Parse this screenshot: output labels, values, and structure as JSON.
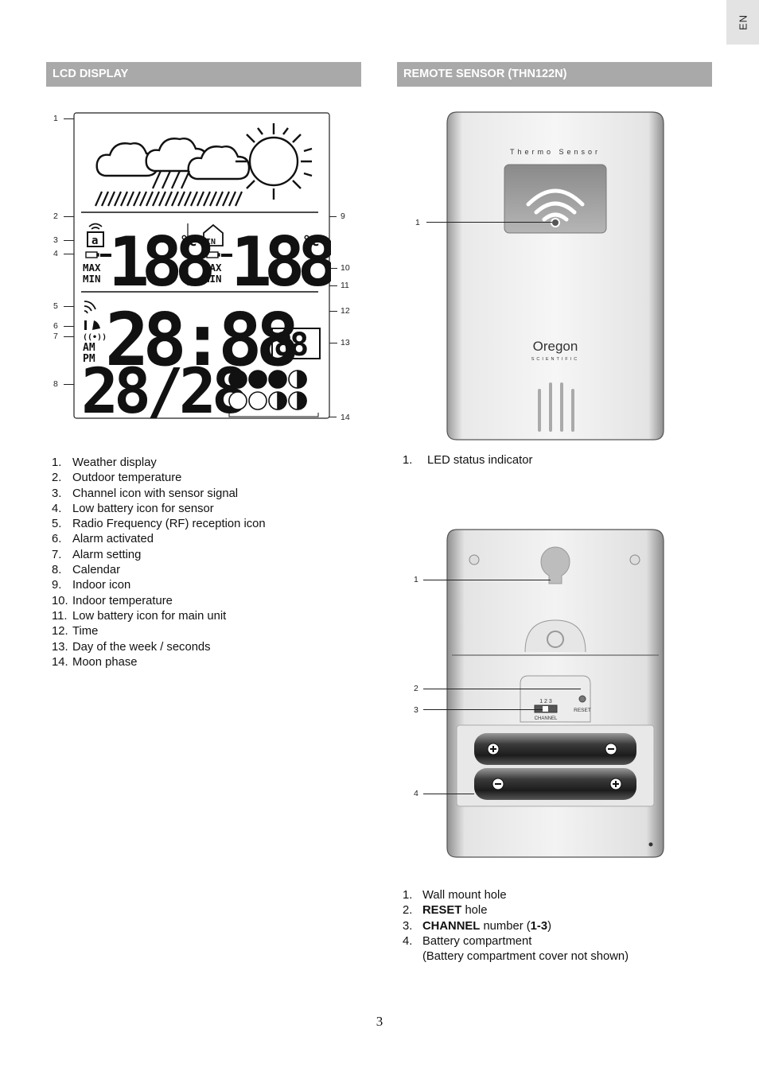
{
  "lang_tab": "EN",
  "sections": {
    "lcd_title": "LCD DISPLAY",
    "sensor_title": "REMOTE SENSOR (THN122N)"
  },
  "lcd": {
    "callouts": [
      "1",
      "2",
      "3",
      "4",
      "5",
      "6",
      "7",
      "8",
      "9",
      "10",
      "11",
      "12",
      "13",
      "14"
    ],
    "screen": {
      "outdoor_label": "MAX",
      "outdoor_label2": "MIN",
      "indoor_label": "MAX",
      "indoor_label2": "MIN",
      "in_badge": "IN",
      "am": "AM",
      "pm": "PM",
      "degree_c": "°c"
    },
    "items": [
      {
        "n": "1.",
        "text": "Weather display"
      },
      {
        "n": "2.",
        "text": "Outdoor temperature"
      },
      {
        "n": "3.",
        "text": "Channel icon with sensor signal"
      },
      {
        "n": "4.",
        "text": "Low battery icon for sensor"
      },
      {
        "n": "5.",
        "text": "Radio Frequency (RF) reception icon"
      },
      {
        "n": "6.",
        "text": "Alarm activated"
      },
      {
        "n": "7.",
        "text": "Alarm setting"
      },
      {
        "n": "8.",
        "text": "Calendar"
      },
      {
        "n": "9.",
        "text": "Indoor icon"
      },
      {
        "n": "10.",
        "text": "Indoor temperature"
      },
      {
        "n": "11.",
        "text": "Low battery icon for main unit"
      },
      {
        "n": "12.",
        "text": "Time"
      },
      {
        "n": "13.",
        "text": "Day of the week / seconds"
      },
      {
        "n": "14.",
        "text": "Moon phase"
      }
    ]
  },
  "sensor_front": {
    "brand_text": "Thermo  Sensor",
    "logo": "Oregon",
    "logo_sub": "SCIENTIFIC",
    "callouts": [
      "1"
    ],
    "items": [
      {
        "n": "1.",
        "text": "LED status indicator"
      }
    ]
  },
  "sensor_back": {
    "callouts": [
      "1",
      "2",
      "3",
      "4"
    ],
    "channel_numbers": "1 2 3",
    "channel_label": "CHANNEL",
    "reset_label": "RESET",
    "items": [
      {
        "n": "1.",
        "text": "Wall mount hole"
      },
      {
        "n": "2.",
        "bold": "RESET",
        "text": " hole"
      },
      {
        "n": "3.",
        "bold": "CHANNEL",
        "text": " number (",
        "bold2": "1-3",
        "text2": ")"
      },
      {
        "n": "4.",
        "text": "Battery compartment",
        "sub": "(Battery compartment cover not shown)"
      }
    ]
  },
  "page_number": "3"
}
